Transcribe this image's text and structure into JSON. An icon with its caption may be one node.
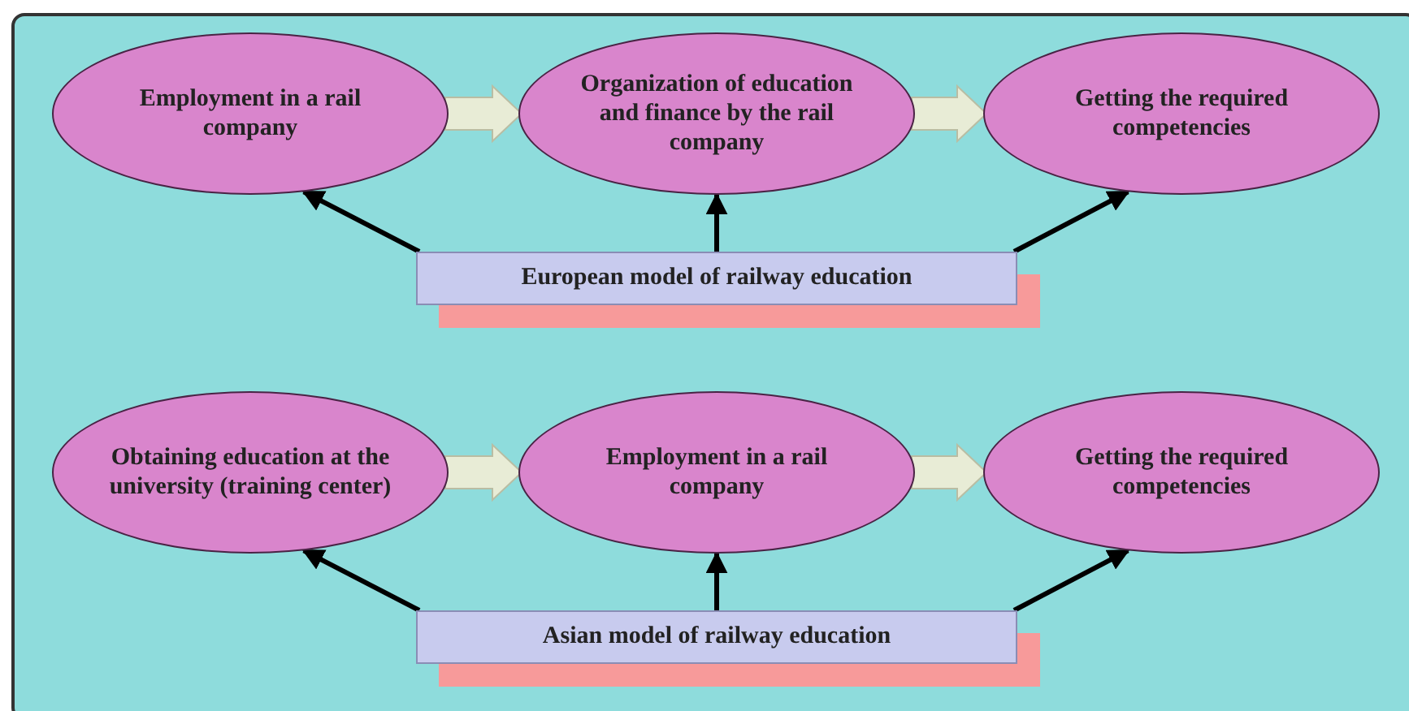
{
  "diagram": {
    "nodes": [
      {
        "text": [
          "Employment in a rail company"
        ]
      },
      {
        "text": [
          "Organization of education and finance by the rail company"
        ]
      },
      {
        "text": [
          "Getting the required competencies"
        ]
      },
      {
        "text": [
          "European model of railway education"
        ]
      },
      {
        "text": [
          "Obtaining education at the university (training center)"
        ]
      },
      {
        "text": [
          "Employment in a rail company"
        ]
      },
      {
        "text": [
          "Getting the required competencies"
        ]
      },
      {
        "text": [
          "Asian model of railway education"
        ]
      }
    ],
    "edges": [
      {
        "from": 0,
        "to": 1,
        "arrow": "to",
        "style": "thick",
        "color": "#e8ecd6"
      },
      {
        "from": 1,
        "to": 2,
        "arrow": "to",
        "style": "thick",
        "color": "#e8ecd6"
      },
      {
        "from": 3,
        "to": 0,
        "arrow": "to"
      },
      {
        "from": 3,
        "to": 1,
        "arrow": "to"
      },
      {
        "from": 3,
        "to": 2,
        "arrow": "to"
      },
      {
        "from": 4,
        "to": 5,
        "arrow": "to",
        "style": "thick",
        "color": "#e8ecd6"
      },
      {
        "from": 5,
        "to": 6,
        "arrow": "to",
        "style": "thick",
        "color": "#e8ecd6"
      },
      {
        "from": 7,
        "to": 4,
        "arrow": "to"
      },
      {
        "from": 7,
        "to": 5,
        "arrow": "to"
      },
      {
        "from": 7,
        "to": 6,
        "arrow": "to"
      }
    ]
  }
}
